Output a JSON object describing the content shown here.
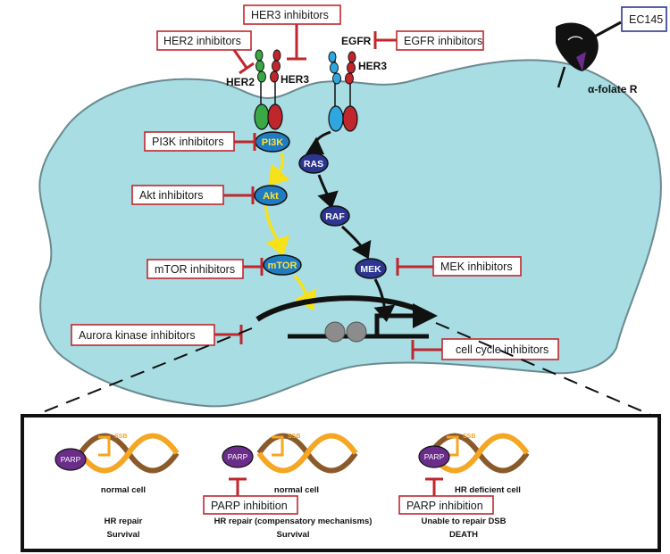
{
  "inhibitors": {
    "her3": "HER3 inhibitors",
    "her2": "HER2 inhibitors",
    "egfr": "EGFR inhibitors",
    "pi3k": "PI3K inhibitors",
    "akt": "Akt  inhibitors",
    "mtor": "mTOR inhibitors",
    "mek": "MEK inhibitors",
    "aurora": "Aurora kinase inhibitors",
    "cell_cycle": "cell cycle inhibitors"
  },
  "receptors": {
    "her2": "HER2",
    "her3_left": "HER3",
    "egfr": "EGFR",
    "her3_right": "HER3",
    "folate": "α-folate R",
    "ec145": "EC145"
  },
  "nodes": {
    "pi3k": "PI3K",
    "akt": "Akt",
    "mtor": "mTOR",
    "ras": "RAS",
    "raf": "RAF",
    "mek": "MEK"
  },
  "panels": [
    {
      "parp": "PARP",
      "ssb": "SSB",
      "cell": "normal cell",
      "inhibition": "",
      "line1": "HR repair",
      "line2": "Survival"
    },
    {
      "parp": "PARP",
      "ssb": "SSB",
      "cell": "normal cell",
      "inhibition": "PARP inhibition",
      "line1": "HR repair (compensatory mechanisms)",
      "line2": "Survival"
    },
    {
      "parp": "PARP",
      "ssb": "SSB",
      "cell": "HR deficient cell",
      "inhibition": "PARP inhibition",
      "line1": "Unable to repair DSB",
      "line2": "DEATH"
    }
  ],
  "colors": {
    "cell": "#a8dde3",
    "inhibitor": "#c0272d",
    "pi3k_path": "#1f7cc0",
    "mapk_path": "#2c3590",
    "parp": "#6b2d8a",
    "dna_brown": "#8b5a2b",
    "dna_orange": "#f5a623"
  }
}
